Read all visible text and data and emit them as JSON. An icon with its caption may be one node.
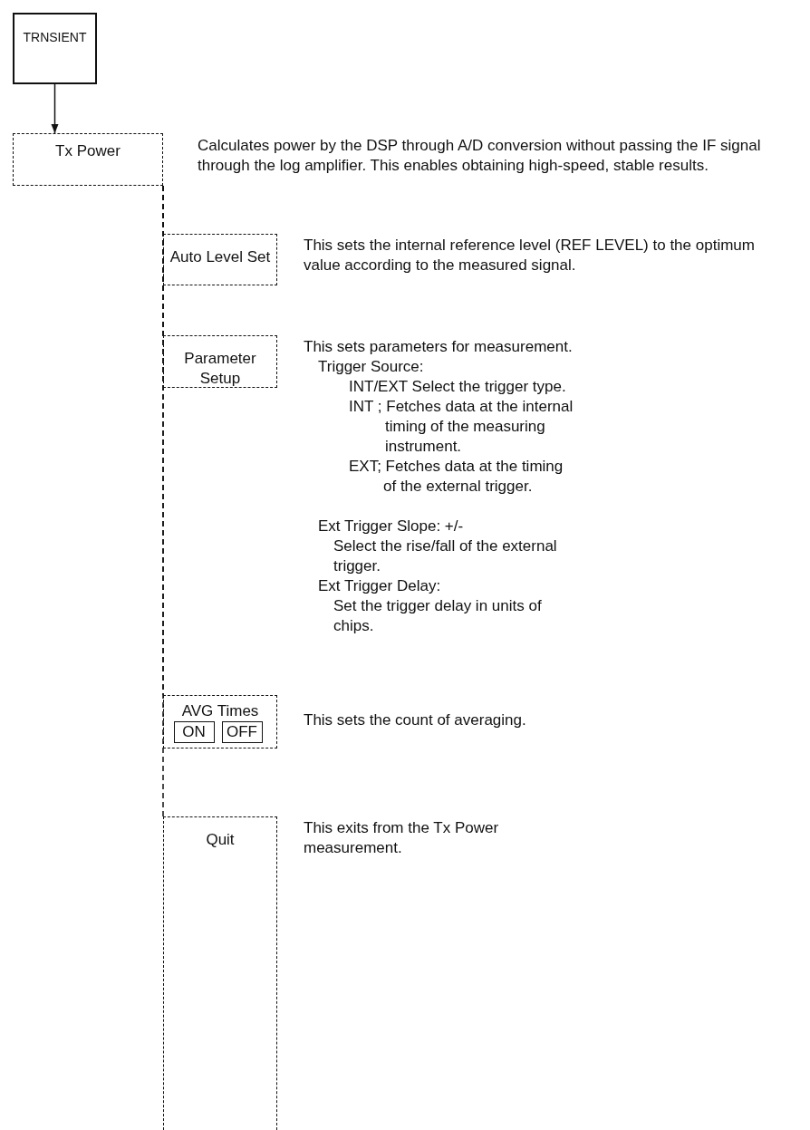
{
  "diagram": {
    "nodes": [
      {
        "text": [
          "TRNSIENT"
        ]
      },
      {
        "text": [
          "Tx Power"
        ],
        "beside": [
          "Calculates power by the DSP through A/D conversion without passing the IF signal through the log amplifier. This enables obtaining high-speed, stable results."
        ]
      },
      {
        "text": [
          "Auto Level Set"
        ],
        "beside": [
          "This sets the internal reference level (REF LEVEL) to the optimum value according to the measured signal."
        ]
      },
      {
        "text": [
          "Parameter Setup"
        ],
        "beside": [
          "This sets parameters for measurement.",
          "Trigger Source:",
          "INT/EXT Select the trigger type.",
          "INT ; Fetches data at the internal timing of the measuring instrument.",
          "EXT; Fetches data at the timing of the external trigger.",
          "Ext Trigger Slope: +/-",
          "Select the rise/fall of the external trigger.",
          "Ext Trigger Delay:",
          "Set the trigger delay in units of chips."
        ]
      },
      {
        "text": [
          "AVG Times"
        ],
        "beside": [
          "This sets the count of averaging."
        ]
      },
      {
        "text": [
          "ON"
        ],
        "in": 4
      },
      {
        "text": [
          "OFF"
        ],
        "in": 4
      },
      {
        "text": [
          "Quit"
        ],
        "beside": [
          "This exits from the Tx Power measurement."
        ]
      }
    ],
    "edges": [
      {
        "from": 0,
        "to": 1,
        "arrow": "to"
      },
      {
        "from": 1,
        "to": 2,
        "arrow": "none",
        "style": "dashed"
      },
      {
        "from": 1,
        "to": 3,
        "arrow": "none",
        "style": "dashed"
      },
      {
        "from": 1,
        "to": 4,
        "arrow": "none",
        "style": "dashed"
      },
      {
        "from": 1,
        "to": 7,
        "arrow": "none",
        "style": "dashed"
      }
    ]
  }
}
